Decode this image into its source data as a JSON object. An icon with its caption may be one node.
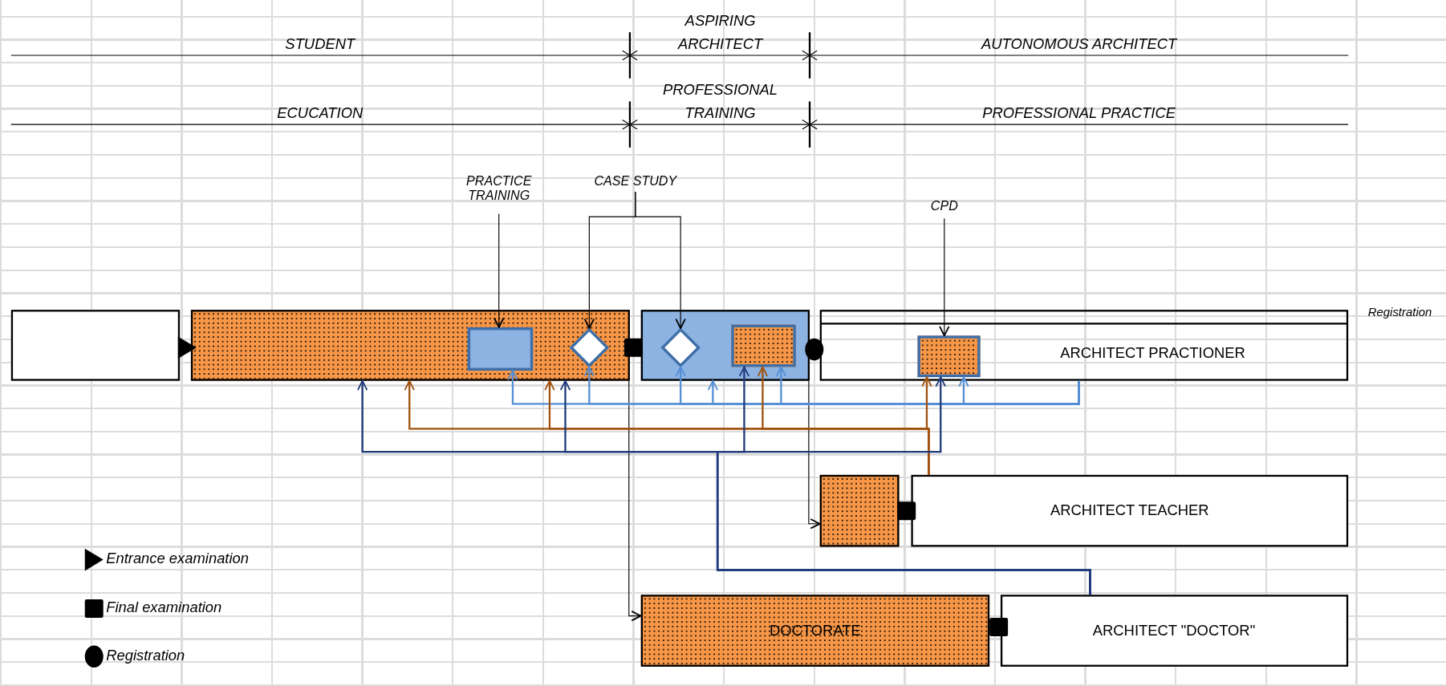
{
  "diagram": {
    "nodes": [
      {
        "text": [],
        "shape": "box"
      },
      {
        "text": [],
        "shape": "box"
      },
      {
        "text": [],
        "shape": "box",
        "in": 1
      },
      {
        "text": [],
        "shape": "diamond",
        "in": 1
      },
      {
        "text": [],
        "shape": "box"
      },
      {
        "text": [],
        "shape": "diamond",
        "in": 4
      },
      {
        "text": [],
        "shape": "box",
        "in": 4
      },
      {
        "text": [
          "ARCHITECT PRACTIONER"
        ],
        "beside": [
          "Registration"
        ]
      },
      {
        "text": [],
        "shape": "box",
        "in": 7
      },
      {
        "text": [],
        "shape": "box"
      },
      {
        "text": [
          "ARCHITECT TEACHER"
        ]
      },
      {
        "text": [
          "DOCTORATE"
        ]
      },
      {
        "text": [
          "ARCHITECT \"DOCTOR\""
        ]
      },
      {
        "text": [
          "PRACTICE TRAINING"
        ]
      },
      {
        "text": [
          "CASE STUDY"
        ]
      },
      {
        "text": [
          "CPD"
        ]
      }
    ],
    "edges": [
      {
        "from": 13,
        "to": 2,
        "arrow": "to"
      },
      {
        "from": 14,
        "to": 3,
        "arrow": "to"
      },
      {
        "from": 14,
        "to": 5,
        "arrow": "to"
      },
      {
        "from": 15,
        "to": 8,
        "arrow": "to"
      },
      {
        "from": 1,
        "to": 11,
        "arrow": "to"
      },
      {
        "from": 4,
        "to": 9,
        "arrow": "to"
      },
      {
        "from": 7,
        "to": 2,
        "arrow": "to",
        "color": "#558ed5"
      },
      {
        "from": 7,
        "to": 3,
        "arrow": "to",
        "color": "#558ed5"
      },
      {
        "from": 7,
        "to": 5,
        "arrow": "to",
        "color": "#558ed5"
      },
      {
        "from": 7,
        "to": 4,
        "arrow": "to",
        "color": "#558ed5"
      },
      {
        "from": 7,
        "to": 6,
        "arrow": "to",
        "color": "#558ed5"
      },
      {
        "from": 7,
        "to": 8,
        "arrow": "to",
        "color": "#558ed5"
      },
      {
        "from": 10,
        "to": 1,
        "arrow": "to",
        "color": "#a0510d"
      },
      {
        "from": 10,
        "to": 1,
        "arrow": "to",
        "color": "#a0510d"
      },
      {
        "from": 10,
        "to": 6,
        "arrow": "to",
        "color": "#a0510d"
      },
      {
        "from": 10,
        "to": 8,
        "arrow": "to",
        "color": "#a0510d"
      },
      {
        "from": 12,
        "to": 1,
        "arrow": "to",
        "color": "#1f3a7a"
      },
      {
        "from": 12,
        "to": 1,
        "arrow": "to",
        "color": "#1f3a7a"
      },
      {
        "from": 12,
        "to": 6,
        "arrow": "to",
        "color": "#1f3a7a"
      },
      {
        "from": 12,
        "to": 8,
        "arrow": "to",
        "color": "#1f3a7a"
      }
    ],
    "labels": [
      "STUDENT",
      "ASPIRING ARCHITECT",
      "AUTONOMOUS ARCHITECT",
      "ECUCATION",
      "PROFESSIONAL TRAINING",
      "PROFESSIONAL PRACTICE"
    ],
    "legend": [
      {
        "text": "Entrance examination"
      },
      {
        "text": "Final examination"
      },
      {
        "text": "Registration"
      }
    ]
  }
}
